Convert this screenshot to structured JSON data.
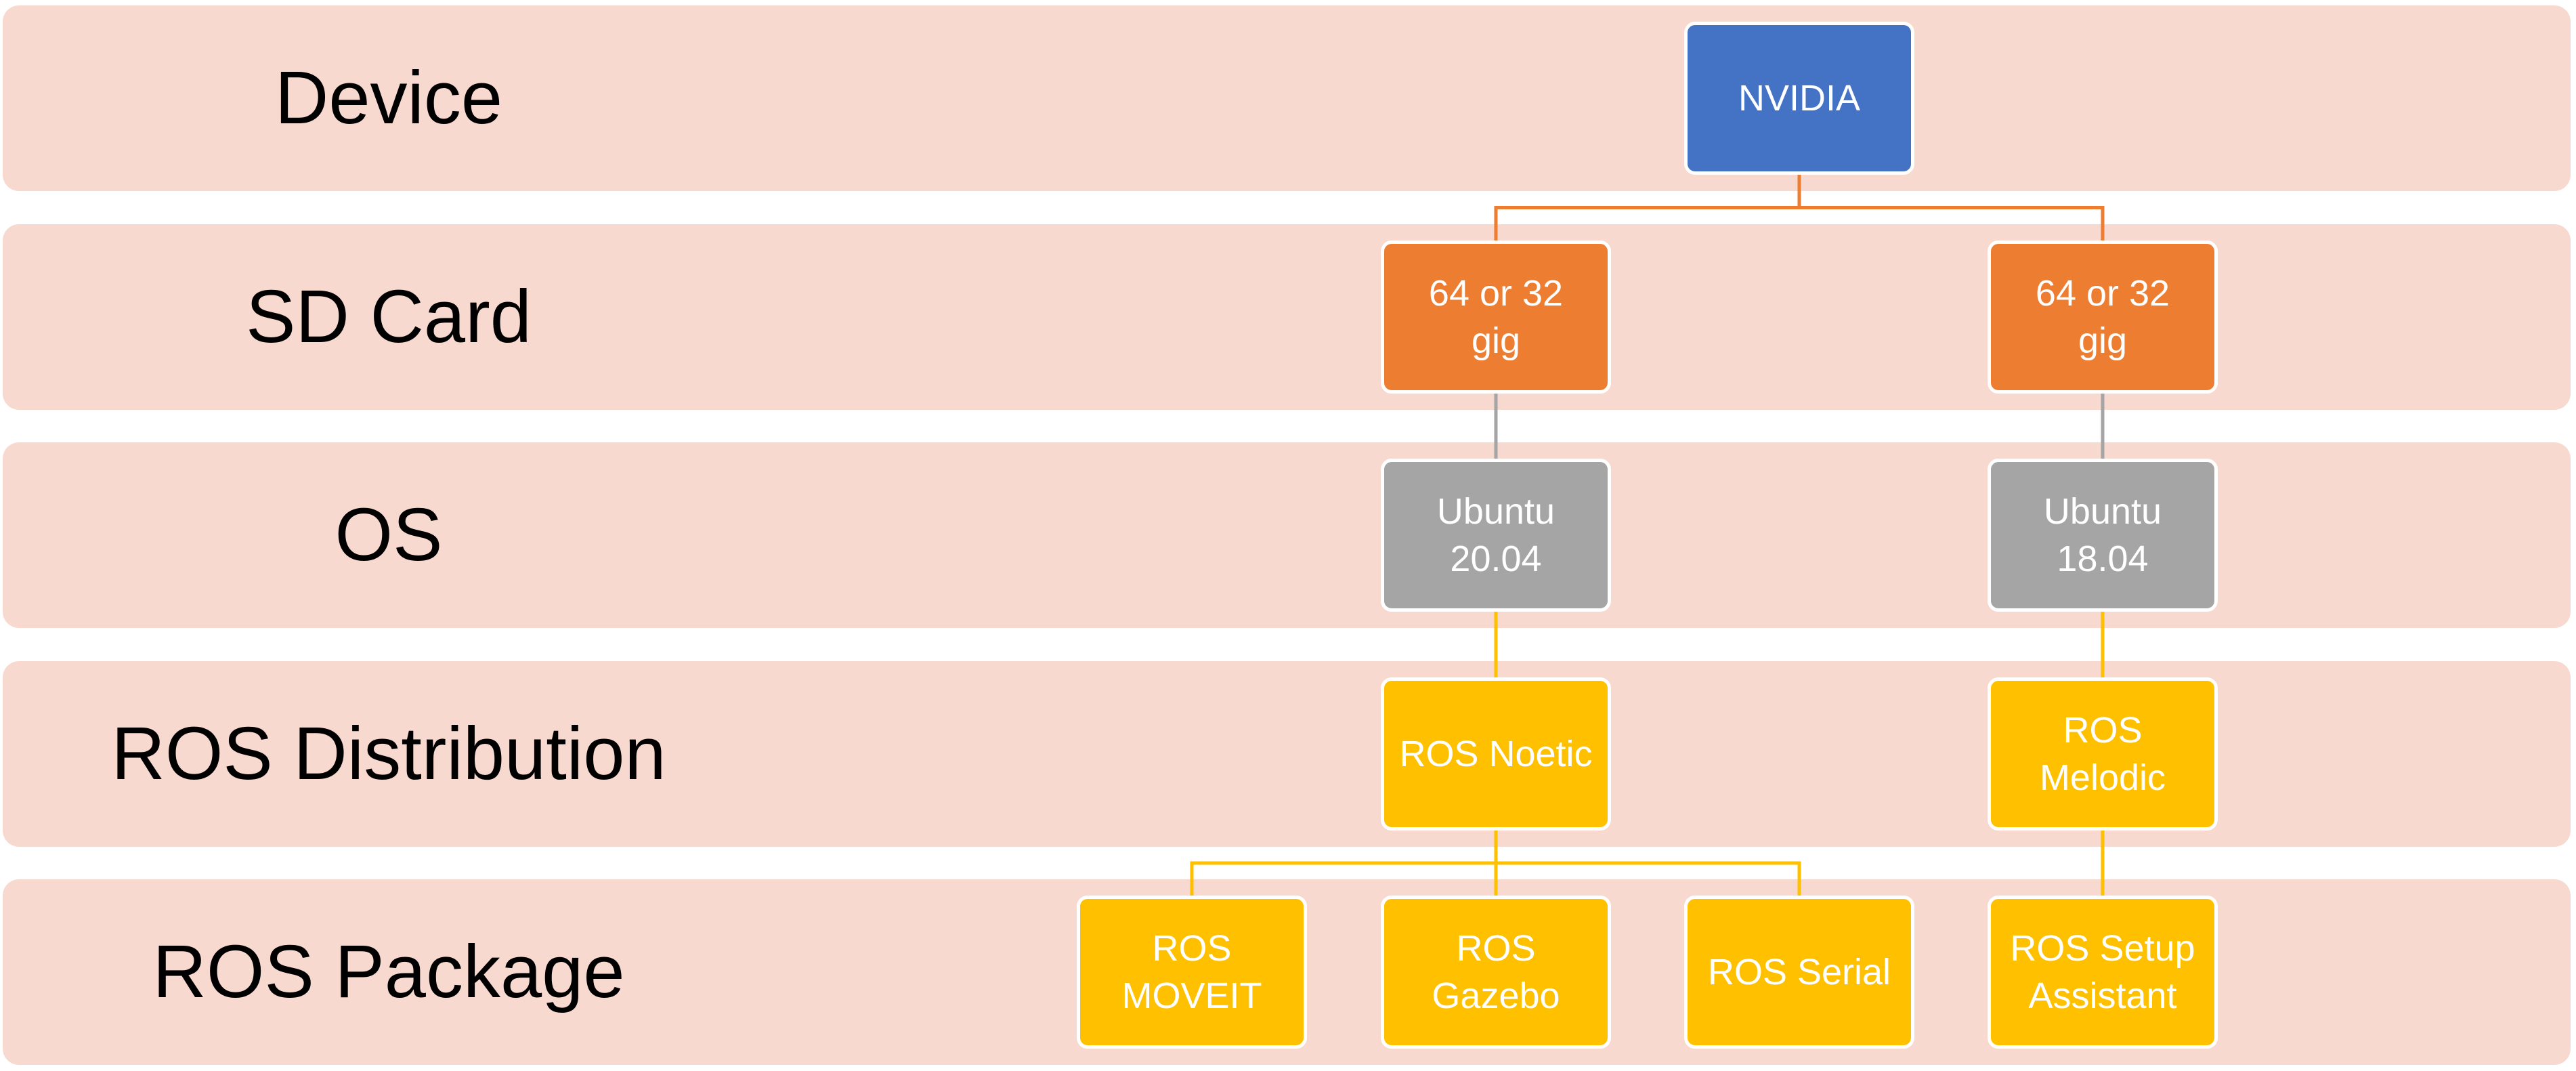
{
  "colors": {
    "band": "#F8D9D0",
    "device": "#4472C4",
    "sd_card": "#ED7D31",
    "os": "#A5A5A5",
    "ros": "#FFC000",
    "line_orange": "#ED7D31",
    "line_gray": "#A5A5A5",
    "line_yellow": "#FFC000"
  },
  "rows": [
    {
      "id": "device",
      "label": "Device"
    },
    {
      "id": "sd",
      "label": "SD Card"
    },
    {
      "id": "os",
      "label": "OS"
    },
    {
      "id": "dist",
      "label": "ROS Distribution"
    },
    {
      "id": "pkg",
      "label": "ROS Package"
    }
  ],
  "nodes": {
    "nvidia": {
      "lines": [
        "NVIDIA"
      ],
      "color": "#4472C4"
    },
    "sd_left": {
      "lines": [
        "64 or 32",
        "gig"
      ],
      "color": "#ED7D31"
    },
    "sd_right": {
      "lines": [
        "64 or 32",
        "gig"
      ],
      "color": "#ED7D31"
    },
    "os_left": {
      "lines": [
        "Ubuntu",
        "20.04"
      ],
      "color": "#A5A5A5"
    },
    "os_right": {
      "lines": [
        "Ubuntu",
        "18.04"
      ],
      "color": "#A5A5A5"
    },
    "dist_left": {
      "lines": [
        "ROS Noetic"
      ],
      "color": "#FFC000"
    },
    "dist_right": {
      "lines": [
        "ROS",
        "Melodic"
      ],
      "color": "#FFC000"
    },
    "pkg_moveit": {
      "lines": [
        "ROS",
        "MOVEIT"
      ],
      "color": "#FFC000"
    },
    "pkg_gazebo": {
      "lines": [
        "ROS",
        "Gazebo"
      ],
      "color": "#FFC000"
    },
    "pkg_serial": {
      "lines": [
        "ROS Serial"
      ],
      "color": "#FFC000"
    },
    "pkg_setup": {
      "lines": [
        "ROS Setup",
        "Assistant"
      ],
      "color": "#FFC000"
    }
  },
  "edges": [
    {
      "from": "nvidia",
      "to": "sd_left",
      "color": "#ED7D31"
    },
    {
      "from": "nvidia",
      "to": "sd_right",
      "color": "#ED7D31"
    },
    {
      "from": "sd_left",
      "to": "os_left",
      "color": "#A5A5A5"
    },
    {
      "from": "sd_right",
      "to": "os_right",
      "color": "#A5A5A5"
    },
    {
      "from": "os_left",
      "to": "dist_left",
      "color": "#FFC000"
    },
    {
      "from": "os_right",
      "to": "dist_right",
      "color": "#FFC000"
    },
    {
      "from": "dist_left",
      "to": "pkg_moveit",
      "color": "#FFC000"
    },
    {
      "from": "dist_left",
      "to": "pkg_gazebo",
      "color": "#FFC000"
    },
    {
      "from": "dist_left",
      "to": "pkg_serial",
      "color": "#FFC000"
    },
    {
      "from": "dist_right",
      "to": "pkg_setup",
      "color": "#FFC000"
    }
  ]
}
